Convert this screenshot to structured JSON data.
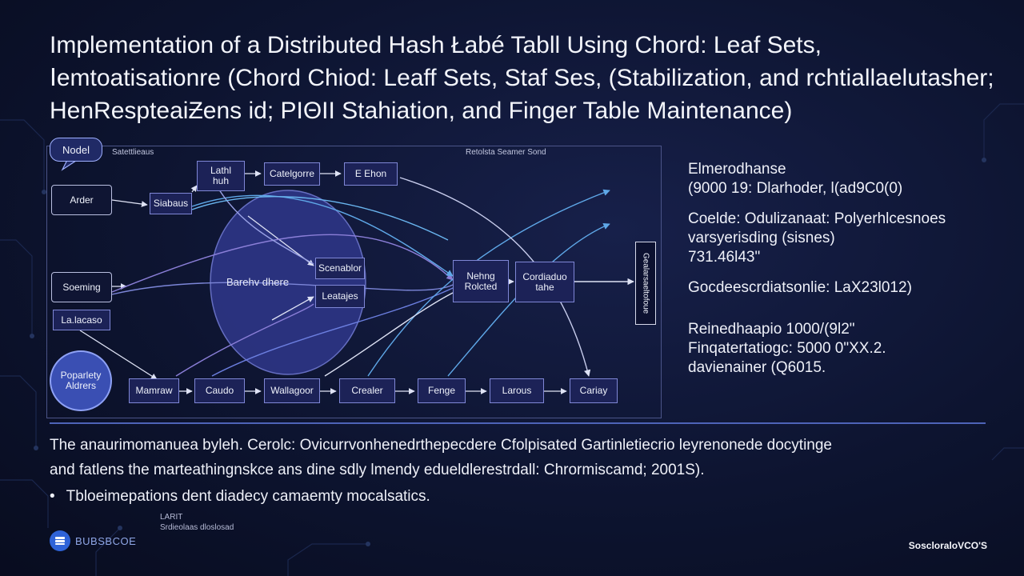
{
  "title": {
    "line1": "Implementation of a Distributed Hash Łabé Tabll Using Chord: Leaf Sets,",
    "line2": "Ⅰemtoatisatiоnre (Chord Chiod: Leaff Sets, Staf Ses, (Stabilization, and rchtiallaelutasher;",
    "line3": "HenRespteaiƵens id; PIΘII Stahiation, and Finger Table Maintenance)"
  },
  "diagram": {
    "callout": "Nodel",
    "corner_labels": {
      "top_left": "Satettlieaus",
      "top_right": "Retolsta Seamer Sond"
    },
    "ring_label": "Barehv dhere",
    "nodes": {
      "lath": "Lathl\nhuh",
      "categoro": "Catelgorre",
      "ehoon": "E Ehon",
      "arder": "Arder",
      "siabaus": "Siabaus",
      "scenablor": "Scenablor",
      "leatajes": "Leatajes",
      "neng": "Nehng\nRolcted",
      "cordiaduo": "Cordiaduo\ntahe",
      "vertical": "Gealarsaeltofoue",
      "soeming": "Soeming",
      "lalacoo": "La.lacaso",
      "popularity": "Poparlety\nAldrers",
      "mamrow": "Mamraw",
      "caudo": "Caudo",
      "waliagoor": "Wallagoor",
      "creanter": "Crealer",
      "fenge": "Fenge",
      "larcus": "Larous",
      "cariay": "Cariay"
    }
  },
  "stats": {
    "s1": "Elmerodhanse",
    "s2": "(9000 19: Dlarhoder, l(ad9C0(0)",
    "s3": "Coelde: Odulizanaat: Polyerhlcesnoes",
    "s4": "varsyerisding (sisnes)",
    "s5": "731.46l43\"",
    "s6": "Gocdeescrdiatsonlie: LaX23l012)",
    "s7": "Reinedhaapio 1000/(9l2\"",
    "s8": "Finqatertatiogc: 5000 0\"XX.2.",
    "s9": "davienainer (Q6015."
  },
  "summary": {
    "line1": "The  anaurimomanuea byleh. Cerolc: Ovicurrvonhenedrthepecdere Cfolpisated Gartinletiecrio leyrenonede docytinge",
    "line2": "and fatlens the marteathingnskce ans dine sdly lmendy edueldlerestrdall: Chrormiscamd; 2001S)."
  },
  "bullet": "Tbloeimepations dent diadecy camaemty mocalsatics.",
  "tiny_text": {
    "l1": "LARIT",
    "l2": "Srdieolaas dloslosad"
  },
  "logo_text": "BUBSBCOE",
  "brand": "SoscloraloVCO'S",
  "colors": {
    "background": "#0d1430",
    "node_fill": "#1c2257",
    "node_border": "#7f87d6",
    "ring_fill": "#2c3482",
    "accent_blue": "#5fa8e8",
    "accent_purple": "#8b7fd8"
  }
}
